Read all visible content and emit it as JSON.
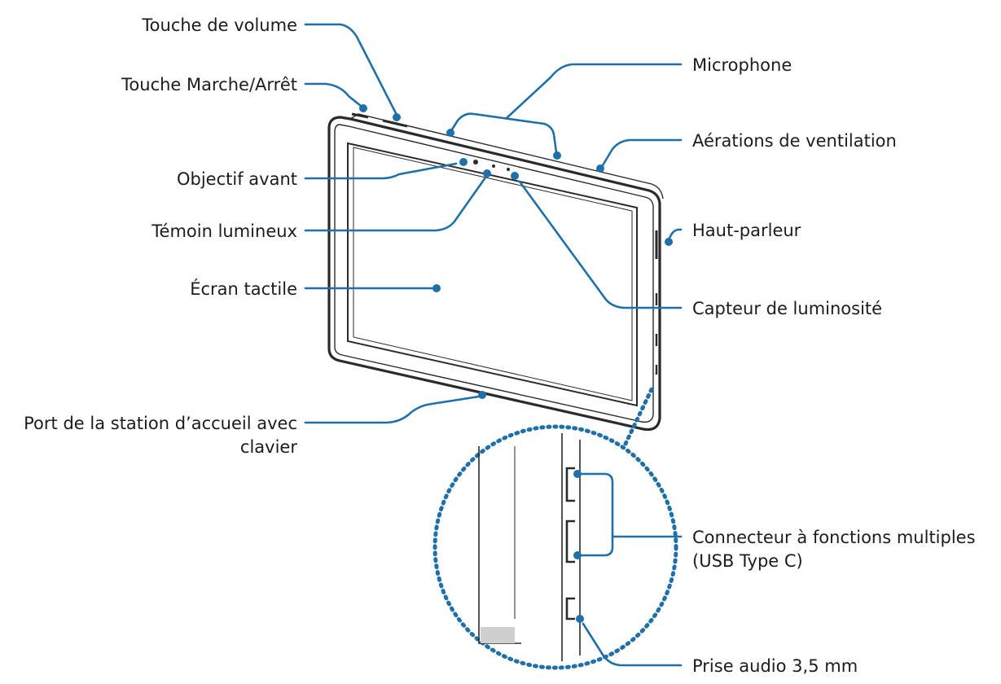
{
  "labels": {
    "volume_key": "Touche de volume",
    "power_key": "Touche Marche/Arrêt",
    "front_camera": "Objectif avant",
    "indicator_light": "Témoin lumineux",
    "touchscreen": "Écran tactile",
    "dock_port_line1": "Port de la station d’accueil avec",
    "dock_port_line2": "clavier",
    "microphone": "Microphone",
    "vents": "Aérations de ventilation",
    "speaker": "Haut-parleur",
    "light_sensor": "Capteur de luminosité",
    "multipurpose_line1": "Connecteur à fonctions multiples",
    "multipurpose_line2": "(USB Type C)",
    "audio_jack": "Prise audio 3,5 mm"
  },
  "colors": {
    "leader": "#1f6fa8",
    "outline": "#2a2a2a",
    "text": "#1c1c1c"
  }
}
